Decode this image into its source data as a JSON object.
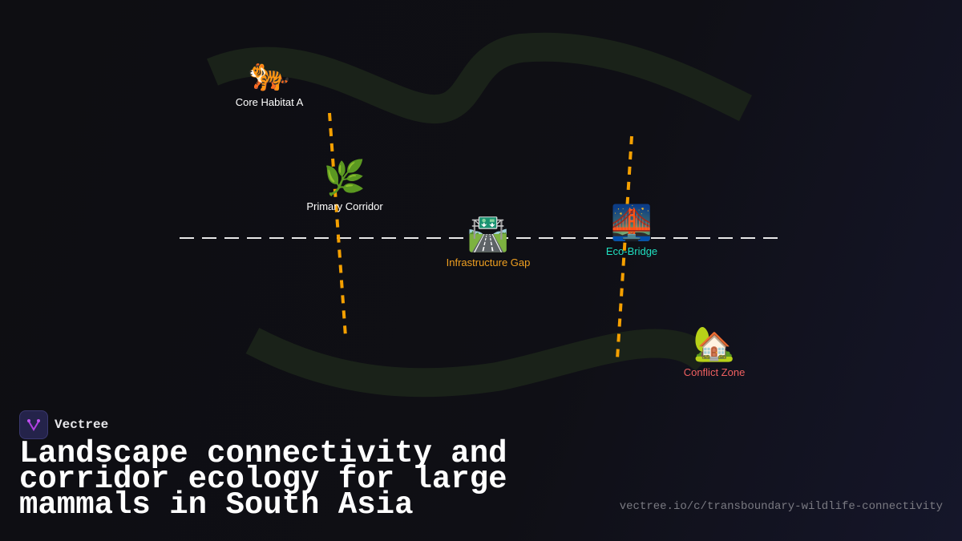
{
  "nodes": [
    {
      "id": "core-habitat",
      "label": "Core Habitat A",
      "icon": "tiger-icon",
      "emoji": "🐅",
      "color": "#ffffff"
    },
    {
      "id": "primary-corridor",
      "label": "Primary Corridor",
      "icon": "herb-icon",
      "emoji": "🌿",
      "color": "#ffffff"
    },
    {
      "id": "infrastructure-gap",
      "label": "Infrastructure Gap",
      "icon": "motorway-icon",
      "emoji": "🛣️",
      "color": "#f0a020"
    },
    {
      "id": "eco-bridge",
      "label": "Eco-Bridge",
      "icon": "bridge-at-night-icon",
      "emoji": "🌉",
      "color": "#20e0c0"
    },
    {
      "id": "conflict-zone",
      "label": "Conflict Zone",
      "icon": "house-with-garden-icon",
      "emoji": "🏡",
      "color": "#f06060"
    }
  ],
  "colors": {
    "corridor": "#1a2219",
    "road": "#e8e8e8",
    "path": "#f5a000"
  },
  "brand": {
    "name": "Vectree"
  },
  "title": "Landscape connectivity and corridor ecology for large mammals in South Asia",
  "url": "vectree.io/c/transboundary-wildlife-connectivity"
}
